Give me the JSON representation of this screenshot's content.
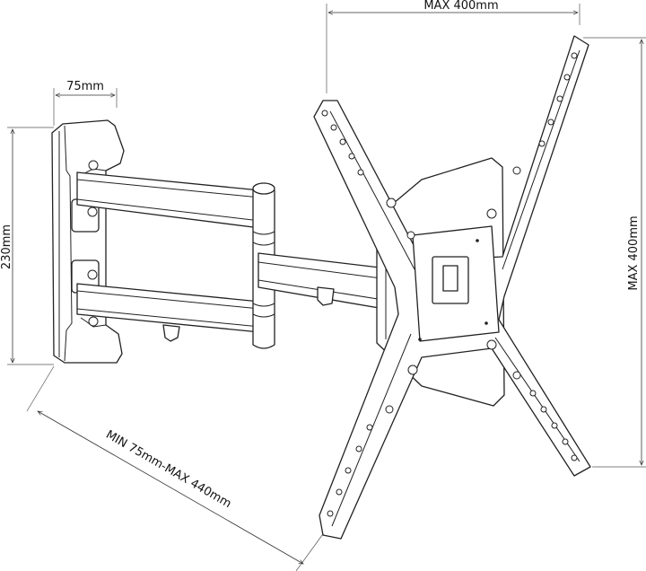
{
  "dimensions": {
    "top_width": "MAX 400mm",
    "right_height": "MAX 400mm",
    "wall_plate_width": "75mm",
    "wall_plate_height": "230mm",
    "arm_extension": "MIN 75mm-MAX 440mm"
  },
  "colors": {
    "line": "#222222",
    "background": "#ffffff"
  }
}
